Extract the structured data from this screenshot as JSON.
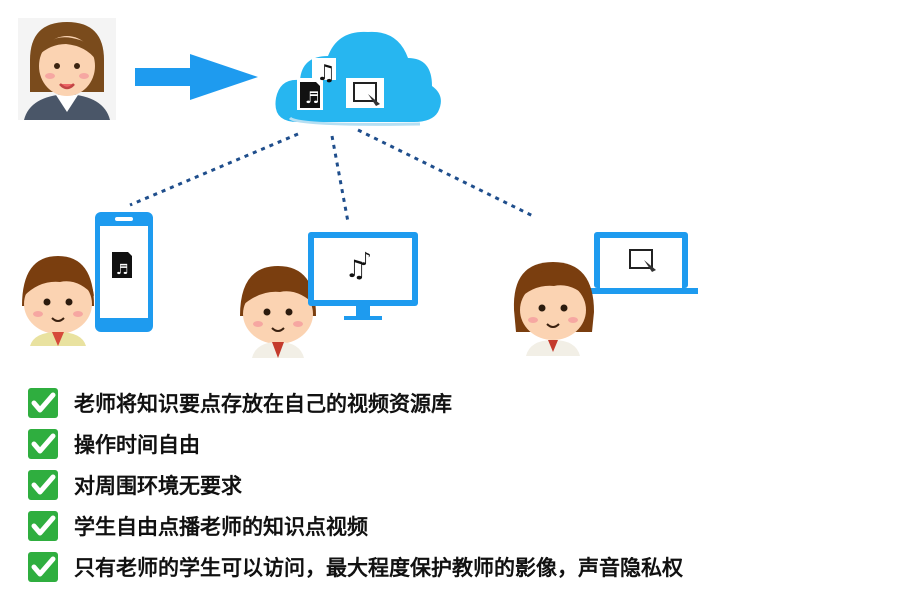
{
  "bullets": [
    {
      "text": "老师将知识要点存放在自己的视频资源库"
    },
    {
      "text": " 操作时间自由"
    },
    {
      "text": " 对周围环境无要求"
    },
    {
      "text": " 学生自由点播老师的知识点视频"
    },
    {
      "text": " 只有老师的学生可以访问，最大程度保护教师的影像，声音隐私权"
    }
  ],
  "colors": {
    "accent_blue": "#1e9bef",
    "cloud_blue": "#27b6f0",
    "dotted_line": "#1f4e8c",
    "check_green": "#2fae3f"
  },
  "icons": {
    "teacher": "teacher-avatar-icon",
    "arrow": "right-arrow-icon",
    "cloud": "cloud-icon",
    "music_file": "music-file-icon",
    "video_file": "video-file-icon",
    "phone": "smartphone-icon",
    "monitor": "monitor-icon",
    "laptop": "laptop-icon"
  }
}
